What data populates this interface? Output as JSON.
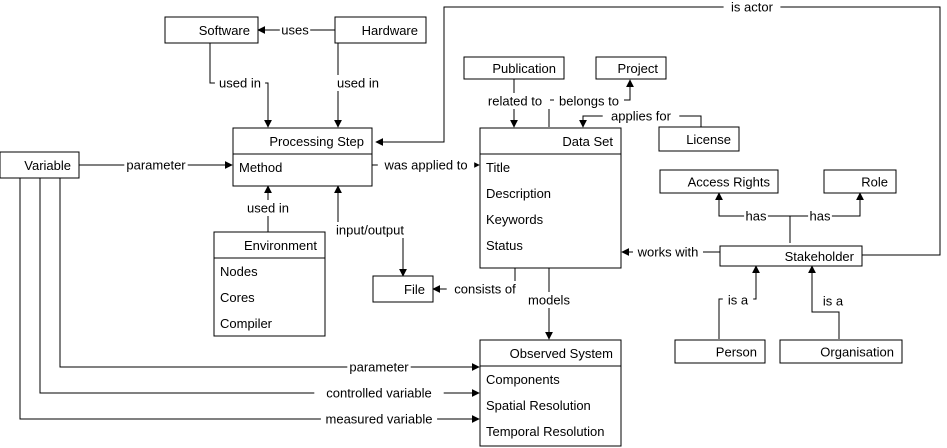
{
  "entities": {
    "software": {
      "title": "Software",
      "attributes": []
    },
    "hardware": {
      "title": "Hardware",
      "attributes": []
    },
    "publication": {
      "title": "Publication",
      "attributes": []
    },
    "project": {
      "title": "Project",
      "attributes": []
    },
    "processing_step": {
      "title": "Processing Step",
      "attributes": [
        "Method"
      ]
    },
    "data_set": {
      "title": "Data Set",
      "attributes": [
        "Title",
        "Description",
        "Keywords",
        "Status"
      ]
    },
    "license": {
      "title": "License",
      "attributes": []
    },
    "variable": {
      "title": "Variable",
      "attributes": []
    },
    "access_rights": {
      "title": "Access Rights",
      "attributes": []
    },
    "role": {
      "title": "Role",
      "attributes": []
    },
    "environment": {
      "title": "Environment",
      "attributes": [
        "Nodes",
        "Cores",
        "Compiler"
      ]
    },
    "file": {
      "title": "File",
      "attributes": []
    },
    "stakeholder": {
      "title": "Stakeholder",
      "attributes": []
    },
    "observed_system": {
      "title": "Observed System",
      "attributes": [
        "Components",
        "Spatial Resolution",
        "Temporal Resolution"
      ]
    },
    "person": {
      "title": "Person",
      "attributes": []
    },
    "organisation": {
      "title": "Organisation",
      "attributes": []
    }
  },
  "relations": {
    "is_actor": "is actor",
    "uses": "uses",
    "sw_used_in": "used in",
    "hw_used_in": "used in",
    "related_to": "related to",
    "belongs_to": "belongs to",
    "applies_for": "applies for",
    "parameter_ps": "parameter",
    "was_applied_to": "was applied to",
    "has_access": "has",
    "has_role": "has",
    "env_used_in": "used in",
    "input_output": "input/output",
    "works_with": "works with",
    "consists_of": "consists of",
    "models": "models",
    "is_a_person": "is a",
    "is_a_org": "is a",
    "parameter_os": "parameter",
    "controlled_variable": "controlled variable",
    "measured_variable": "measured variable"
  }
}
